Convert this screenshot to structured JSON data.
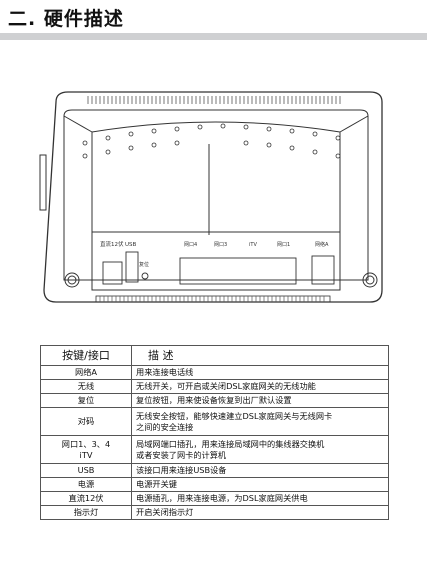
{
  "page": {
    "title": "二. 硬件描述"
  },
  "diagram": {
    "labels": {
      "power": "直流12伏",
      "usb": "USB",
      "reset": "复位",
      "lan1": "网口4",
      "lan2": "网口3",
      "itv": "iTV",
      "lan3": "网口1",
      "wan": "网络A"
    }
  },
  "table": {
    "headers": [
      "按键/接口",
      "描 述"
    ],
    "rows": [
      {
        "key": "网络A",
        "desc": [
          "用来连接电话线"
        ]
      },
      {
        "key": "无线",
        "desc": [
          "无线开关，可开启或关闭DSL家庭网关的无线功能"
        ]
      },
      {
        "key": "复位",
        "desc": [
          "复位按钮，用来使设备恢复到出厂默认设置"
        ]
      },
      {
        "key": "对码",
        "desc": [
          "无线安全按钮，能够快速建立DSL家庭网关与无线网卡",
          "之间的安全连接"
        ]
      },
      {
        "key": [
          "网口1、3、4",
          "iTV"
        ],
        "desc": [
          "局域网端口插孔，用来连接局域网中的集线器交换机",
          "或者安装了网卡的计算机"
        ]
      },
      {
        "key": "USB",
        "desc": [
          "该接口用来连接USB设备"
        ]
      },
      {
        "key": "电源",
        "desc": [
          "电源开关键"
        ]
      },
      {
        "key": "直流12伏",
        "desc": [
          "电源插孔，用来连接电源，为DSL家庭网关供电"
        ]
      },
      {
        "key": "指示灯",
        "desc": [
          "开启关闭指示灯"
        ]
      }
    ]
  }
}
